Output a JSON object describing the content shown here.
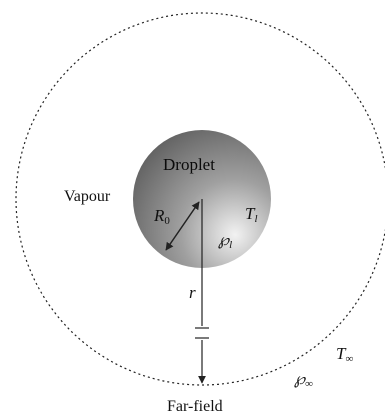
{
  "diagram": {
    "labels": {
      "droplet": "Droplet",
      "vapour": "Vapour",
      "far_field": "Far-field",
      "radius_symbol": "R",
      "radius_subscript": "0",
      "temperature_symbol": "T",
      "temperature_subscript": "l",
      "pressure_symbol": "℘",
      "pressure_subscript": "l",
      "position_symbol": "r",
      "far_temperature_symbol": "T",
      "far_temperature_subscript": "∞",
      "far_pressure_symbol": "℘",
      "far_pressure_subscript": "∞"
    },
    "colors": {
      "droplet_highlight": "#f2f2f2",
      "droplet_mid": "#a0a0a0",
      "droplet_shadow": "#5e5e5e",
      "lines": "#222222"
    }
  }
}
